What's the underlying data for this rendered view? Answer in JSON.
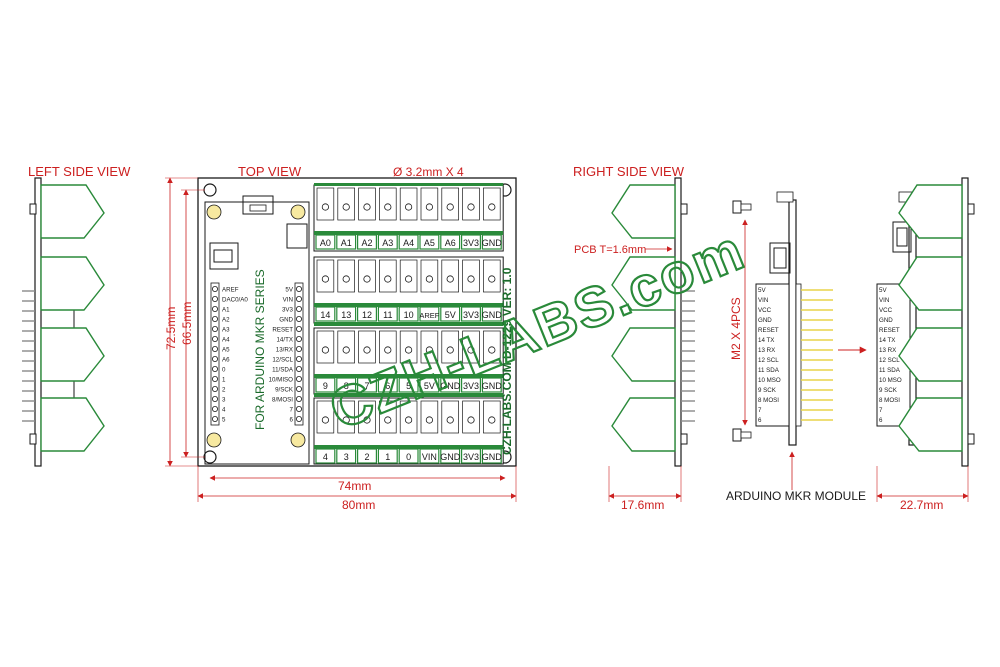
{
  "views": {
    "left_side": "LEFT SIDE VIEW",
    "top": "TOP VIEW",
    "right_side": "RIGHT SIDE VIEW"
  },
  "hole_note": "Ø 3.2mm X 4",
  "pcb_note": "PCB T=1.6mm",
  "screw_note": "M2 X 4PCS",
  "module_note": "ARDUINO MKR MODULE",
  "board_text": "FOR ARDUINO MKR SERIES",
  "board_id": "CZH-LABS.COM D-1229 VER: 1.0",
  "watermark": "CZH-LABS.com",
  "dimensions": {
    "h_outer": "72.5mm",
    "h_inner": "66.5mm",
    "w_inner": "74mm",
    "w_outer": "80mm",
    "right_depth": "17.6mm",
    "assembled_depth": "22.7mm"
  },
  "terminal_rows": [
    [
      "A0",
      "A1",
      "A2",
      "A3",
      "A4",
      "A5",
      "A6",
      "3V3",
      "GND"
    ],
    [
      "14",
      "13",
      "12",
      "11",
      "10",
      "AREF",
      "5V",
      "3V3",
      "GND"
    ],
    [
      "9",
      "8",
      "7",
      "6",
      "5",
      "5V",
      "GND",
      "3V3",
      "GND"
    ],
    [
      "4",
      "3",
      "2",
      "1",
      "0",
      "VIN",
      "GND",
      "3V3",
      "GND"
    ]
  ],
  "left_header_pins": [
    "AREF",
    "DAC0/A0",
    "A1",
    "A2",
    "A3",
    "A4",
    "A5",
    "A6",
    "0",
    "1",
    "2",
    "3",
    "4",
    "5"
  ],
  "right_header_pins": [
    "5V",
    "VIN",
    "3V3",
    "GND",
    "RESET",
    "14/TX",
    "13/RX",
    "12/SCL",
    "11/SDA",
    "10/MISO",
    "9/SCK",
    "8/MOSI",
    "7",
    "6"
  ],
  "module_pins": [
    "5V",
    "VIN",
    "VCC",
    "GND",
    "RESET",
    "14   TX",
    "13   RX",
    "12  SCL",
    "11  SDA",
    "10  MSO",
    "9   SCK",
    "8  MOSI",
    "7",
    "6"
  ],
  "assembled_pins": [
    "5V",
    "VIN",
    "VCC",
    "GND",
    "RESET",
    "14   TX",
    "13   RX",
    "12  SCL",
    "11  SDA",
    "10  MSO",
    "9   SCK",
    "8  MOSI",
    "7",
    "6"
  ],
  "colors": {
    "outline": "#1a1a1a",
    "dimension": "#cc2020",
    "terminal_green": "#2a8a3a",
    "watermark": "#2a8a3a"
  }
}
